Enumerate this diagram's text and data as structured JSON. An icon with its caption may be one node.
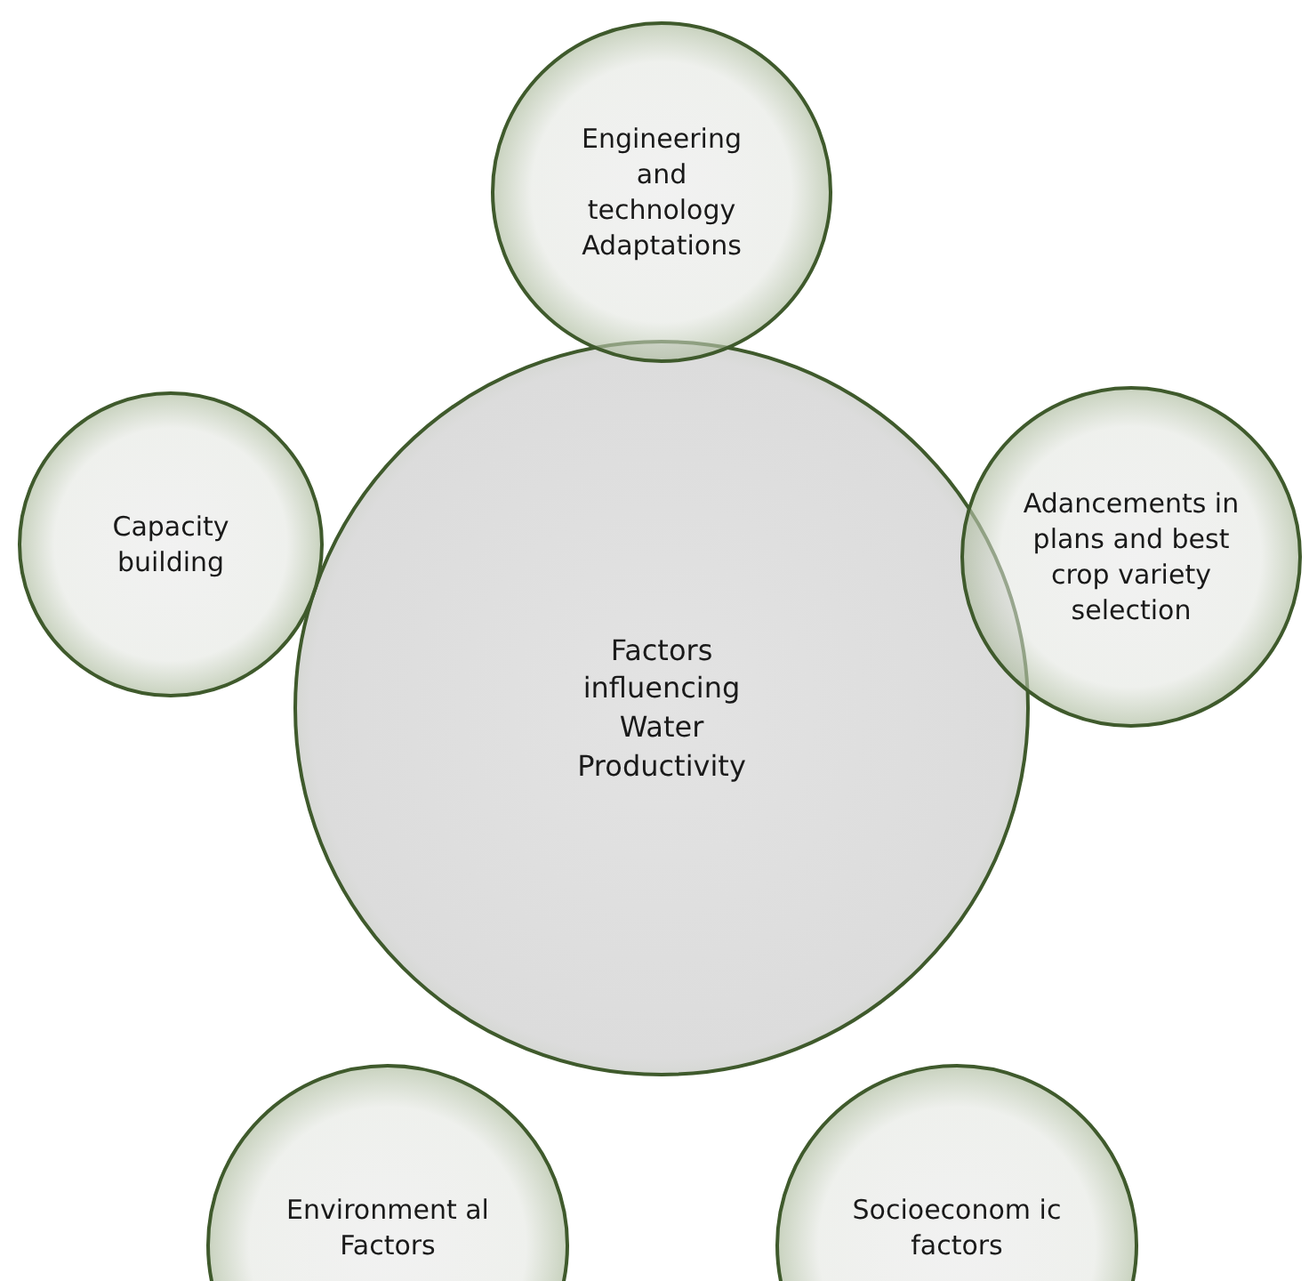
{
  "diagram": {
    "nodes": [
      {
        "text": [
          "Engineering and technology Adaptations"
        ]
      },
      {
        "text": [
          "Capacity building"
        ]
      },
      {
        "text": [
          "Adancements in plans and best crop variety selection"
        ]
      },
      {
        "text": [
          "Factors influencing Water Productivity"
        ]
      },
      {
        "text": [
          "Environment al Factors"
        ]
      },
      {
        "text": [
          "Socioeconom ic factors"
        ]
      }
    ]
  }
}
